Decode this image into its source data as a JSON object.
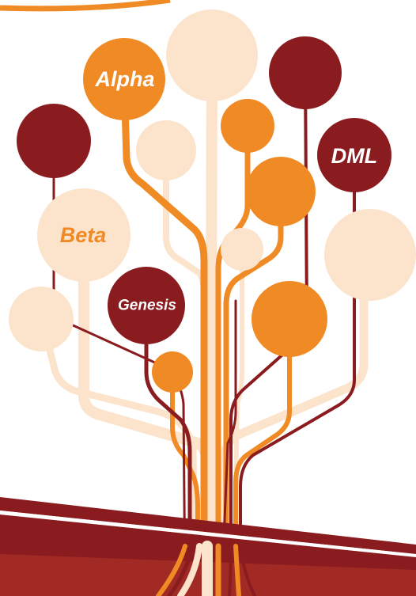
{
  "colors": {
    "peach": "#fce3cc",
    "orange": "#f08a24",
    "maroon": "#8a1c1f",
    "white": "#ffffff"
  },
  "nodes": {
    "alpha": {
      "label": "Alpha",
      "fill": "orange",
      "text_color": "white"
    },
    "beta": {
      "label": "Beta",
      "fill": "peach",
      "text_color": "orange"
    },
    "genesis": {
      "label": "Genesis",
      "fill": "maroon",
      "text_color": "white"
    },
    "dml": {
      "label": "DML",
      "fill": "maroon",
      "text_color": "white"
    }
  },
  "icons": {
    "tree": "branching-tree-graphic",
    "banner": "diagonal-ribbon-banner"
  }
}
